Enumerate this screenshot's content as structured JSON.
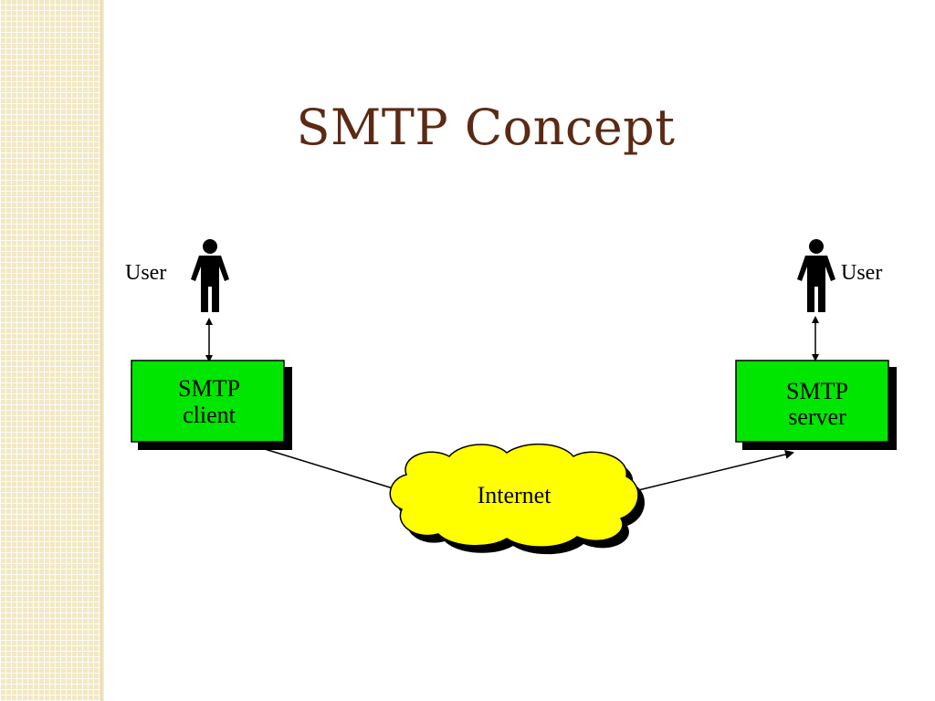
{
  "slide": {
    "title": "SMTP Concept"
  },
  "diagram": {
    "left_user_label": "User",
    "right_user_label": "User",
    "client_box": {
      "line1": "SMTP",
      "line2": "client"
    },
    "server_box": {
      "line1": "SMTP",
      "line2": "server"
    },
    "cloud_label": "Internet"
  },
  "colors": {
    "title": "#5a2a14",
    "box_fill": "#00e600",
    "cloud_fill": "#ffff00",
    "shadow": "#000000",
    "sidebar": "#f3e8c4"
  },
  "icons": {
    "user": "person-icon"
  }
}
